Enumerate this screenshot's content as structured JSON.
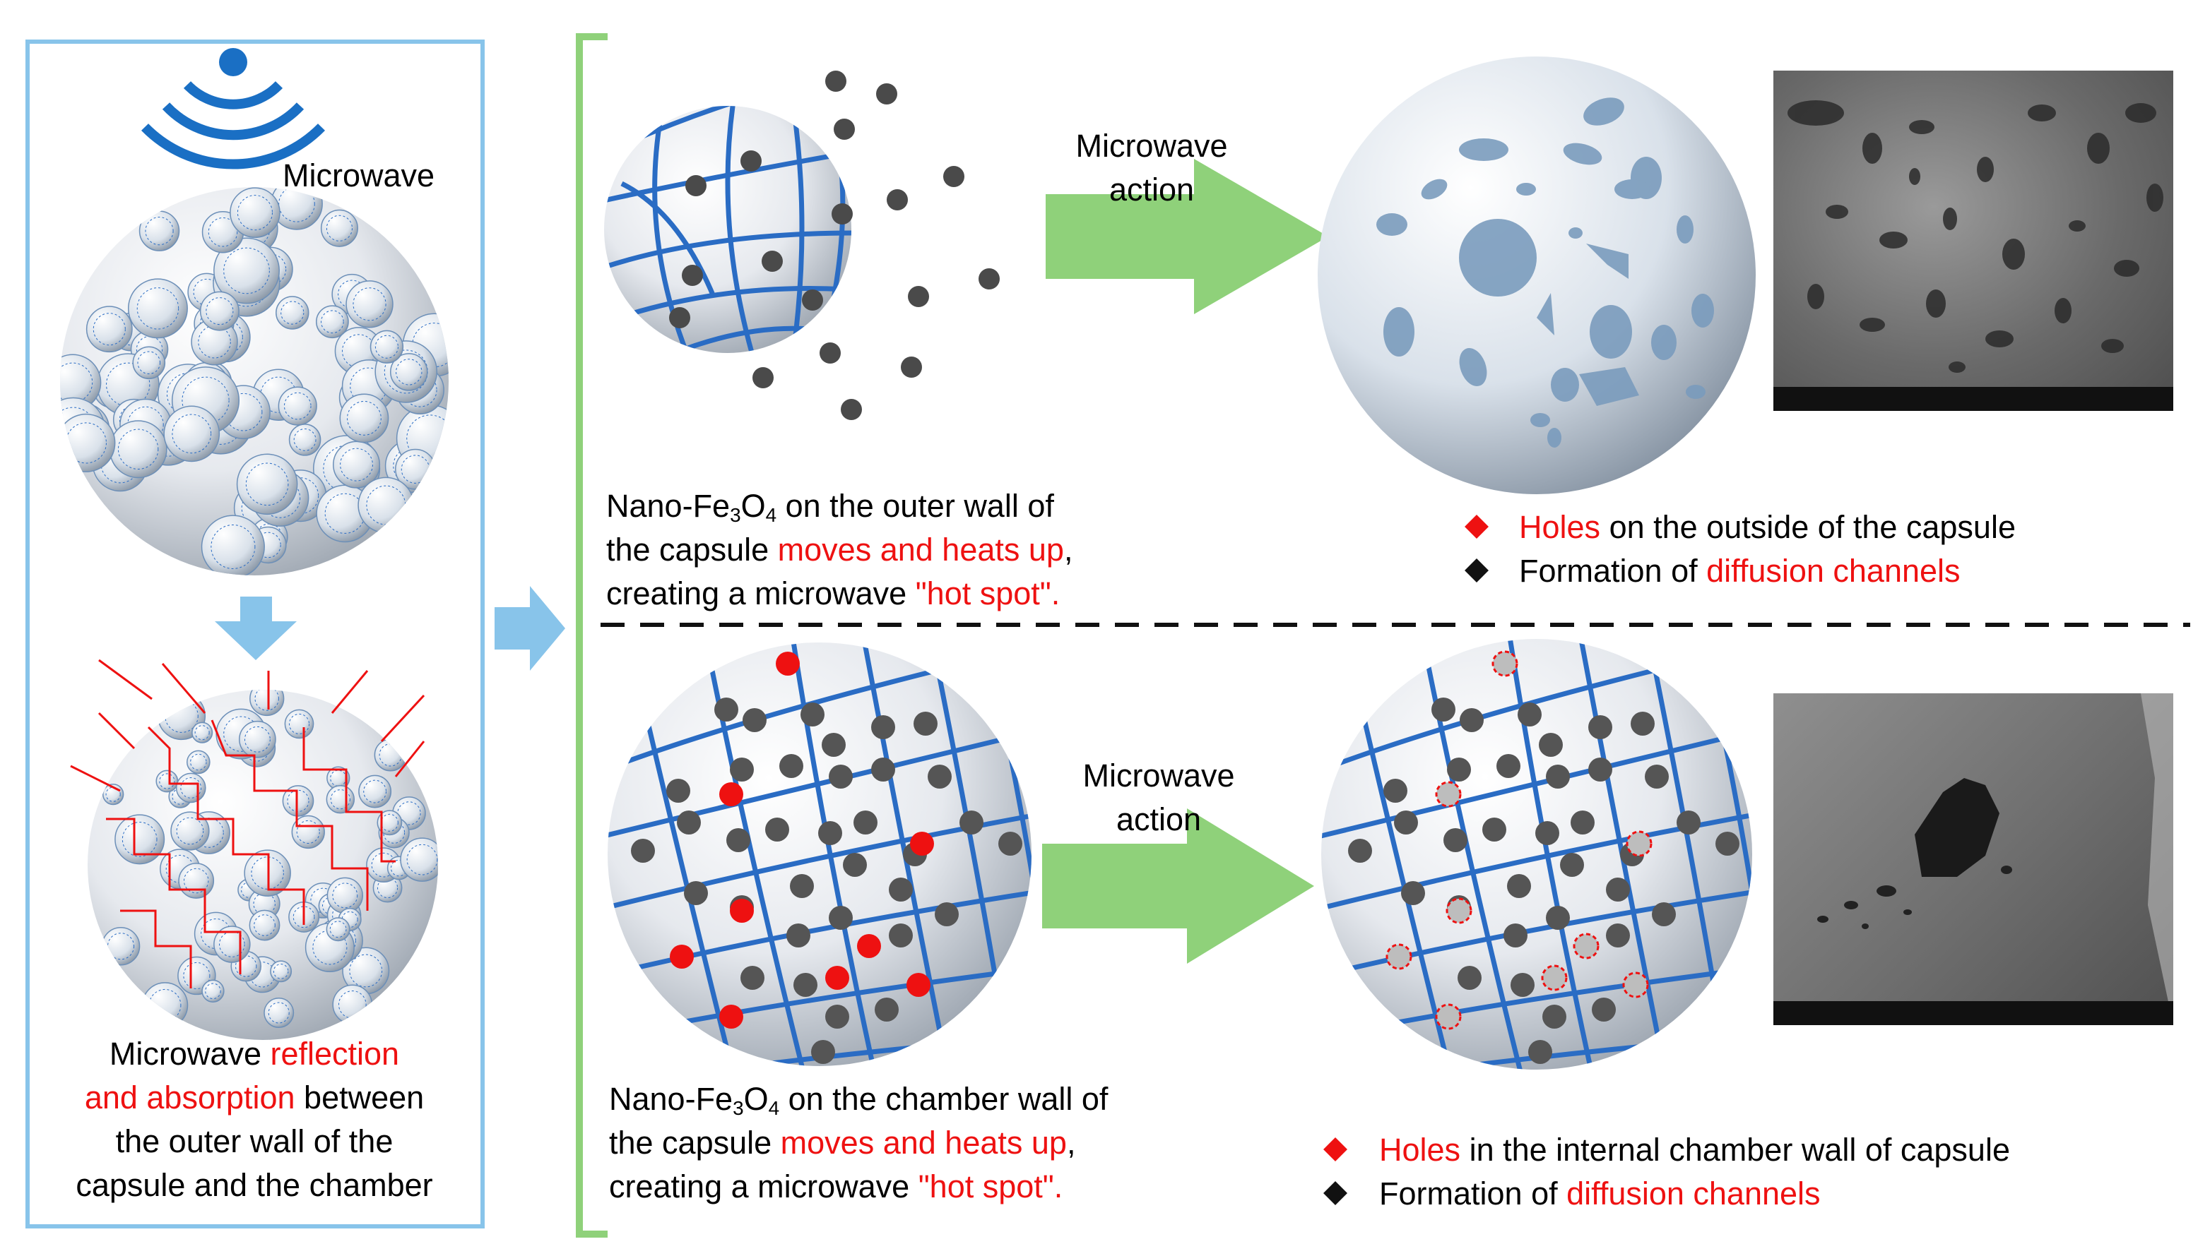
{
  "left_panel": {
    "microwave_label": "Microwave",
    "caption": {
      "l1a": "Microwave ",
      "l1b": "reflection",
      "l2a": "and absorption",
      "l2b": " between",
      "l3": "the outer wall of the",
      "l4": "capsule and the chamber"
    }
  },
  "top_row": {
    "arrow_label_1": "Microwave",
    "arrow_label_2": "action",
    "caption": {
      "l1a": "Nano-Fe",
      "sub1": "3",
      "l1b": "O",
      "sub2": "4",
      "l1c": " on the outer wall of",
      "l2a": "the capsule ",
      "l2b": "moves and heats up",
      "l2c": ",",
      "l3a": "creating a microwave ",
      "l3b": "\"hot spot\"."
    },
    "bullets": [
      {
        "color": "#ee1111",
        "parts": [
          {
            "text": "Holes",
            "red": true
          },
          {
            "text": " on the outside of the capsule",
            "red": false
          }
        ]
      },
      {
        "color": "#111111",
        "parts": [
          {
            "text": "Formation of ",
            "red": false
          },
          {
            "text": "diffusion channels",
            "red": true
          }
        ]
      }
    ]
  },
  "bottom_row": {
    "arrow_label_1": "Microwave",
    "arrow_label_2": "action",
    "caption": {
      "l1a": "Nano-Fe",
      "sub1": "3",
      "l1b": "O",
      "sub2": "4",
      "l1c": " on the chamber wall of",
      "l2a": "the capsule ",
      "l2b": "moves and heats up",
      "l2c": ",",
      "l3a": "creating a microwave ",
      "l3b": "\"hot spot\"."
    },
    "bullets": [
      {
        "color": "#ee1111",
        "parts": [
          {
            "text": "Holes",
            "red": true
          },
          {
            "text": " in the internal chamber wall of capsule",
            "red": false
          }
        ]
      },
      {
        "color": "#111111",
        "parts": [
          {
            "text": "Formation of ",
            "red": false
          },
          {
            "text": "diffusion channels",
            "red": true
          }
        ]
      }
    ]
  },
  "colors": {
    "frame_blue": "#88c4ea",
    "fiber_blue": "#2a6cc4",
    "arrow_green": "#8fd17a",
    "highlight_red": "#ee1111",
    "particle_gray": "#4a4a4a",
    "bracket_green": "#8fd17a"
  }
}
